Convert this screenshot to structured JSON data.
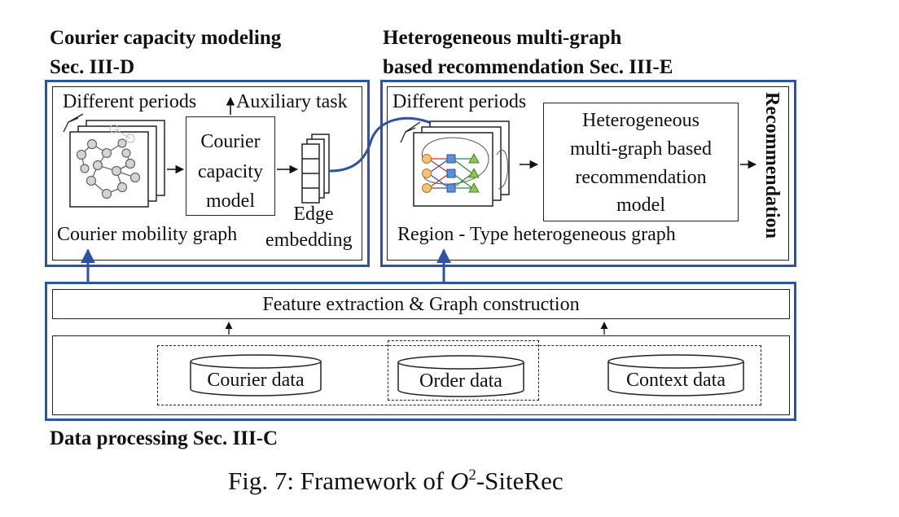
{
  "sections": {
    "courier_title_line1": "Courier capacity modeling",
    "courier_title_line2": "Sec. III-D",
    "hetero_title_line1": "Heterogeneous multi-graph",
    "hetero_title_line2": "based recommendation Sec. III-E",
    "data_title": "Data processing Sec. III-C"
  },
  "courier_panel": {
    "different_periods": "Different periods",
    "auxiliary_task": "Auxiliary task",
    "model_line1": "Courier",
    "model_line2": "capacity",
    "model_line3": "model",
    "edge_line1": "Edge",
    "edge_line2": "embedding",
    "graph_caption": "Courier mobility graph"
  },
  "hetero_panel": {
    "different_periods": "Different periods",
    "model_line1": "Heterogeneous",
    "model_line2": "multi-graph based",
    "model_line3": "recommendation",
    "model_line4": "model",
    "graph_caption": "Region - Type heterogeneous graph",
    "output_label": "Recommendation"
  },
  "data_panel": {
    "feature_extraction": "Feature extraction & Graph construction",
    "sources": [
      "Courier data",
      "Order data",
      "Context data"
    ]
  },
  "caption": {
    "prefix": "Fig. 7: Framework of ",
    "math_O": "O",
    "math_sup": "2",
    "suffix": "-SiteRec"
  },
  "colors": {
    "panel_border": "#2f53a0",
    "connector": "#2f53a0",
    "node_fill": "#d4d4d4",
    "region_node": "#f2c27a",
    "type_node_square": "#5b8fd6",
    "type_node_triangle": "#8cc45a"
  }
}
